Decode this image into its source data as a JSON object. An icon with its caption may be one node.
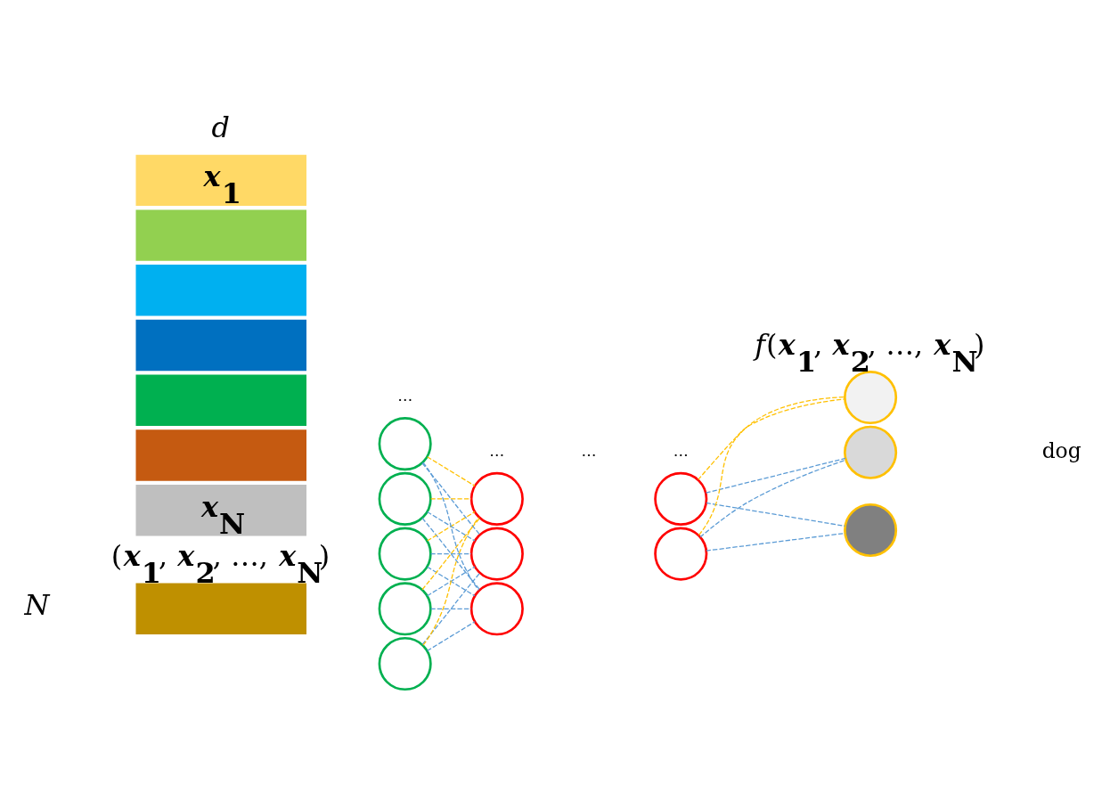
{
  "diagram": {
    "nodes": [
      {
        "text": [
          "**x**$_{1}$"
        ]
      },
      {
        "text": [],
        "shape": "bar"
      },
      {
        "text": [],
        "shape": "bar"
      },
      {
        "text": [],
        "shape": "bar"
      },
      {
        "text": [],
        "shape": "bar"
      },
      {
        "text": [],
        "shape": "bar"
      },
      {
        "text": [],
        "shape": "bar"
      },
      {
        "text": [
          "**x**$_{N}$"
        ]
      },
      {
        "text": [],
        "shape": "circle"
      },
      {
        "text": [],
        "shape": "circle"
      },
      {
        "text": [],
        "shape": "circle"
      },
      {
        "text": [],
        "shape": "circle"
      },
      {
        "text": [],
        "shape": "circle"
      },
      {
        "text": [],
        "shape": "circle"
      },
      {
        "text": [],
        "shape": "circle"
      },
      {
        "text": [],
        "shape": "circle"
      },
      {
        "text": [],
        "shape": "circle"
      },
      {
        "text": [],
        "shape": "circle"
      },
      {
        "text": [],
        "shape": "circle"
      },
      {
        "text": [],
        "shape": "circle"
      },
      {
        "text": [],
        "shape": "circle"
      }
    ],
    "edges": [
      {
        "from": 8,
        "to": 13,
        "arrow": "none",
        "style": "dashed",
        "color": "#ffc000"
      },
      {
        "from": 8,
        "to": 14,
        "arrow": "none",
        "style": "dashed"
      },
      {
        "from": 8,
        "to": 15,
        "arrow": "none",
        "style": "dashed"
      },
      {
        "from": 9,
        "to": 13,
        "arrow": "none",
        "style": "dashed",
        "color": "#ffc000"
      },
      {
        "from": 9,
        "to": 14,
        "arrow": "none",
        "style": "dashed"
      },
      {
        "from": 9,
        "to": 15,
        "arrow": "none",
        "style": "dashed"
      },
      {
        "from": 10,
        "to": 13,
        "arrow": "none",
        "style": "dashed",
        "color": "#ffc000"
      },
      {
        "from": 10,
        "to": 14,
        "arrow": "none",
        "style": "dashed"
      },
      {
        "from": 10,
        "to": 15,
        "arrow": "none",
        "style": "dashed"
      },
      {
        "from": 11,
        "to": 13,
        "arrow": "none",
        "style": "dashed",
        "color": "#ffc000"
      },
      {
        "from": 11,
        "to": 14,
        "arrow": "none",
        "style": "dashed"
      },
      {
        "from": 11,
        "to": 15,
        "arrow": "none",
        "style": "dashed"
      },
      {
        "from": 12,
        "to": 13,
        "arrow": "none",
        "style": "dashed",
        "color": "#ffc000"
      },
      {
        "from": 12,
        "to": 14,
        "arrow": "none",
        "style": "dashed"
      },
      {
        "from": 12,
        "to": 15,
        "arrow": "none",
        "style": "dashed"
      },
      {
        "from": 16,
        "to": 18,
        "arrow": "none",
        "style": "dashed",
        "color": "#ffc000"
      },
      {
        "from": 16,
        "to": 19,
        "arrow": "none",
        "style": "dashed"
      },
      {
        "from": 16,
        "to": 20,
        "arrow": "none",
        "style": "dashed"
      },
      {
        "from": 17,
        "to": 18,
        "arrow": "none",
        "style": "dashed",
        "color": "#ffc000"
      },
      {
        "from": 17,
        "to": 19,
        "arrow": "none",
        "style": "dashed"
      },
      {
        "from": 17,
        "to": 20,
        "arrow": "none",
        "style": "dashed"
      }
    ],
    "labels": [
      "*d*",
      "*N*",
      "…",
      "…",
      "…",
      "…",
      "dog",
      "*f*(**x**$_{1}$, **x**$_{2}$, …, **x**$_{N}$)",
      "(**x**$_{1}$, **x**$_{2}$, …, **x**$_{N}$)"
    ]
  }
}
